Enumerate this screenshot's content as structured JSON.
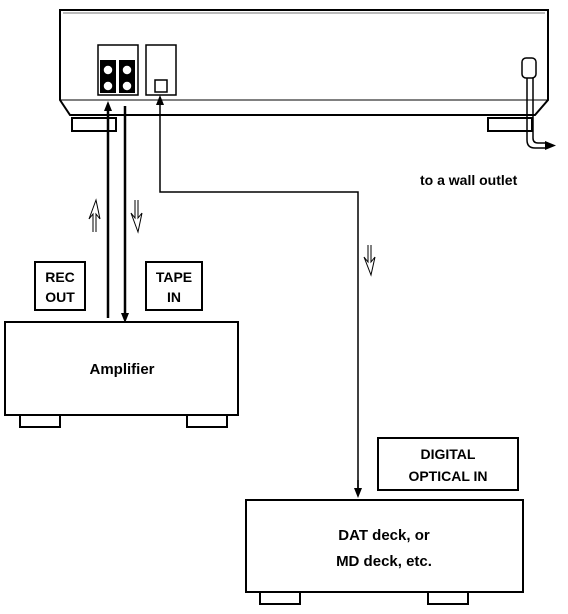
{
  "labels": {
    "wall_outlet": "to a wall outlet",
    "rec": "REC",
    "out": "OUT",
    "tape": "TAPE",
    "in": "IN",
    "amplifier": "Amplifier",
    "digital": "DIGITAL",
    "optical_in": "OPTICAL IN",
    "dat_line1": "DAT deck, or",
    "dat_line2": "MD deck, etc."
  },
  "icons": {
    "signal_up": "hollow-arrow-up",
    "signal_down": "hollow-arrow-down",
    "plug": "power-plug"
  }
}
